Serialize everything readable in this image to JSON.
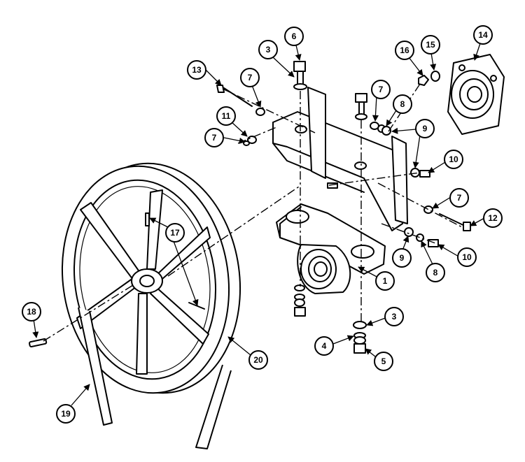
{
  "diagram": {
    "callouts": [
      {
        "id": "c1",
        "label": "1"
      },
      {
        "id": "c3a",
        "label": "3"
      },
      {
        "id": "c3b",
        "label": "3"
      },
      {
        "id": "c4",
        "label": "4"
      },
      {
        "id": "c5",
        "label": "5"
      },
      {
        "id": "c6",
        "label": "6"
      },
      {
        "id": "c7a",
        "label": "7"
      },
      {
        "id": "c7b",
        "label": "7"
      },
      {
        "id": "c7c",
        "label": "7"
      },
      {
        "id": "c7d",
        "label": "7"
      },
      {
        "id": "c8a",
        "label": "8"
      },
      {
        "id": "c8b",
        "label": "8"
      },
      {
        "id": "c9a",
        "label": "9"
      },
      {
        "id": "c9b",
        "label": "9"
      },
      {
        "id": "c10a",
        "label": "10"
      },
      {
        "id": "c10b",
        "label": "10"
      },
      {
        "id": "c11",
        "label": "11"
      },
      {
        "id": "c12",
        "label": "12"
      },
      {
        "id": "c13",
        "label": "13"
      },
      {
        "id": "c14",
        "label": "14"
      },
      {
        "id": "c15",
        "label": "15"
      },
      {
        "id": "c16",
        "label": "16"
      },
      {
        "id": "c17",
        "label": "17"
      },
      {
        "id": "c18",
        "label": "18"
      },
      {
        "id": "c19",
        "label": "19"
      },
      {
        "id": "c20",
        "label": "20"
      }
    ]
  }
}
